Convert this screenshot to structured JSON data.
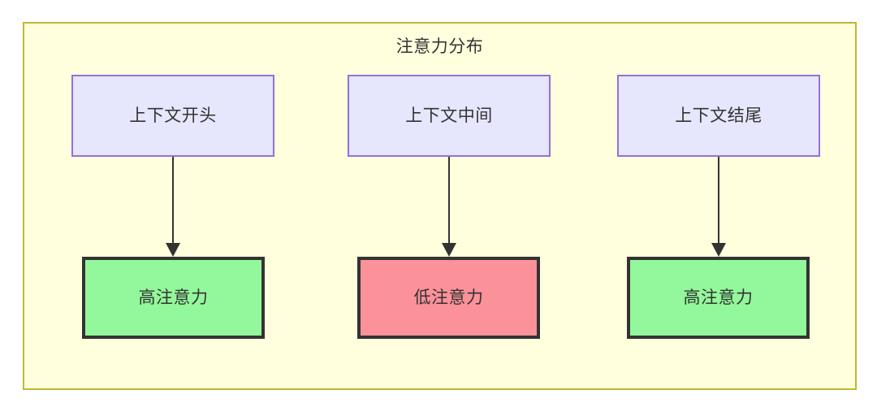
{
  "diagram": {
    "title": "注意力分布",
    "container": {
      "fill": "#ffffde",
      "border": "#bfb833"
    },
    "colors": {
      "context_fill": "#e6e6fc",
      "context_border": "#9370db",
      "high_attention_fill": "#93f79b",
      "low_attention_fill": "#fb9199",
      "node_border": "#333333",
      "edge": "#333333",
      "text": "#333333"
    },
    "context_nodes": [
      {
        "id": "ctx-start",
        "label": "上下文开头"
      },
      {
        "id": "ctx-mid",
        "label": "上下文中间"
      },
      {
        "id": "ctx-end",
        "label": "上下文结尾"
      }
    ],
    "attention_nodes": [
      {
        "id": "attn-start",
        "label": "高注意力",
        "level": "high"
      },
      {
        "id": "attn-mid",
        "label": "低注意力",
        "level": "low"
      },
      {
        "id": "attn-end",
        "label": "高注意力",
        "level": "high"
      }
    ],
    "edges": [
      {
        "from": "ctx-start",
        "to": "attn-start",
        "label": ""
      },
      {
        "from": "ctx-mid",
        "to": "attn-mid",
        "label": ""
      },
      {
        "from": "ctx-end",
        "to": "attn-end",
        "label": ""
      }
    ]
  }
}
